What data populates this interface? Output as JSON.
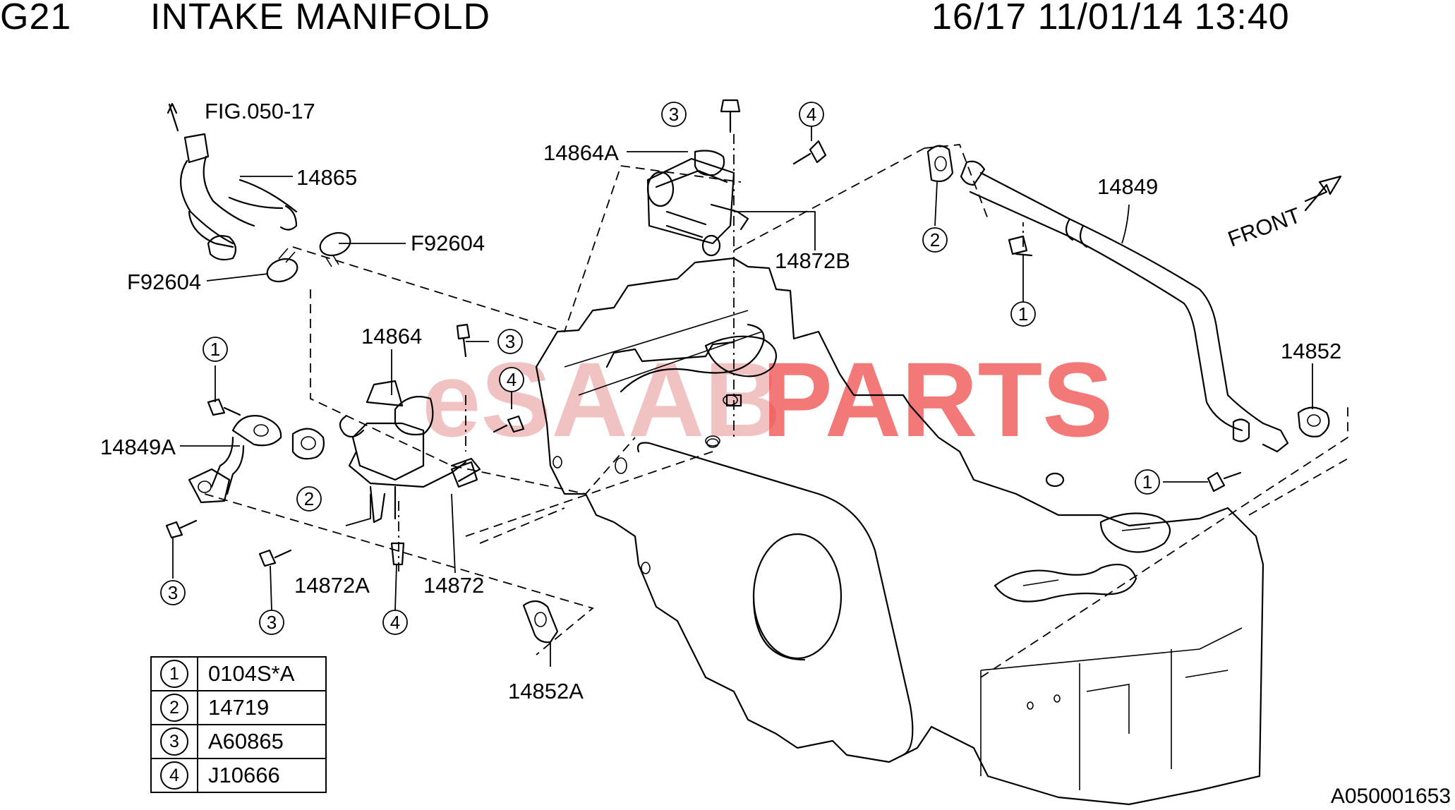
{
  "header": {
    "code": "G21",
    "title": "INTAKE MANIFOLD",
    "page_date": "16/17 11/01/14 13:40"
  },
  "watermark": {
    "left": "eSAAB",
    "right": "PARTS"
  },
  "direction_label": "FRONT",
  "labels": {
    "fig_ref": "FIG.050-17",
    "p14865": "14865",
    "f92604_right": "F92604",
    "f92604_left": "F92604",
    "p14864A": "14864A",
    "p14872B": "14872B",
    "p14849": "14849",
    "p14864": "14864",
    "p14849A": "14849A",
    "p14852": "14852",
    "p14872A": "14872A",
    "p14872": "14872",
    "p14852A": "14852A"
  },
  "callouts": [
    "1",
    "2",
    "3",
    "4"
  ],
  "legend": [
    {
      "key": "1",
      "part": "0104S*A"
    },
    {
      "key": "2",
      "part": "14719"
    },
    {
      "key": "3",
      "part": "A60865"
    },
    {
      "key": "4",
      "part": "J10666"
    }
  ],
  "footer_code": "A050001653"
}
